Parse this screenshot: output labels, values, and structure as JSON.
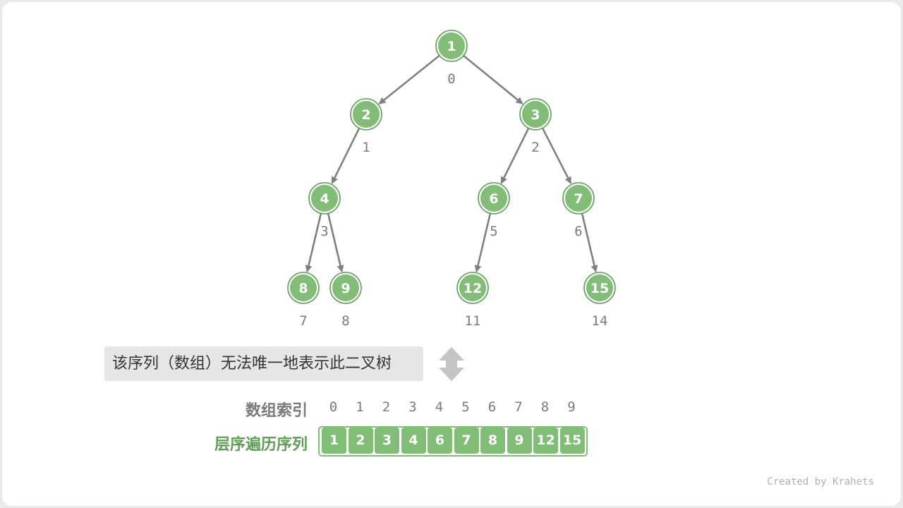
{
  "tree": {
    "nodes": [
      {
        "id": "n0",
        "value": "1",
        "index": "0"
      },
      {
        "id": "n1",
        "value": "2",
        "index": "1"
      },
      {
        "id": "n2",
        "value": "3",
        "index": "2"
      },
      {
        "id": "n3",
        "value": "4",
        "index": "3"
      },
      {
        "id": "n5",
        "value": "6",
        "index": "5"
      },
      {
        "id": "n6",
        "value": "7",
        "index": "6"
      },
      {
        "id": "n7",
        "value": "8",
        "index": "7"
      },
      {
        "id": "n8",
        "value": "9",
        "index": "8"
      },
      {
        "id": "n11",
        "value": "12",
        "index": "11"
      },
      {
        "id": "n14",
        "value": "15",
        "index": "14"
      }
    ],
    "edges": [
      {
        "from": "n0",
        "to": "n1"
      },
      {
        "from": "n0",
        "to": "n2"
      },
      {
        "from": "n1",
        "to": "n3"
      },
      {
        "from": "n2",
        "to": "n5"
      },
      {
        "from": "n2",
        "to": "n6"
      },
      {
        "from": "n3",
        "to": "n7"
      },
      {
        "from": "n3",
        "to": "n8"
      },
      {
        "from": "n5",
        "to": "n11"
      },
      {
        "from": "n6",
        "to": "n14"
      }
    ]
  },
  "note": "该序列（数组）无法唯一地表示此二叉树",
  "array": {
    "index_title": "数组索引",
    "order_title": "层序遍历序列",
    "indices": [
      "0",
      "1",
      "2",
      "3",
      "4",
      "5",
      "6",
      "7",
      "8",
      "9"
    ],
    "values": [
      "1",
      "2",
      "3",
      "4",
      "6",
      "7",
      "8",
      "9",
      "12",
      "15"
    ]
  },
  "credit": "Created by Krahets",
  "colors": {
    "node_fill": "#82bd78",
    "node_ring": "#5f9e57",
    "edge": "#808080",
    "order_title": "#5f9e57",
    "note_bg": "#e6e6e6",
    "arrow_icon": "#c4c4c4"
  }
}
